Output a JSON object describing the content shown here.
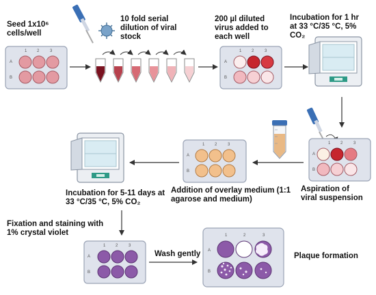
{
  "steps": {
    "seed": "Seed 1x10⁶\ncells/well",
    "dilution": "10 fold serial\ndilution of viral\nstock",
    "add_virus": "200 µl diluted\nvirus added to\neach well",
    "incubation_1hr": "Incubation for 1 hr\nat 33 °C/35 °C, 5%\nCO₂",
    "aspiration": "Aspiration of\nviral suspension",
    "overlay": "Addition of overlay medium (1:1\nagarose and medium)",
    "incubation_days": "Incubation for 5-11 days at\n33 °C/35 °C, 5% CO₂",
    "fixation": "Fixation and staining with\n1% crystal violet",
    "wash": "Wash gently",
    "plaque": "Plaque formation"
  },
  "plate_labels": {
    "cols": [
      "1",
      "2",
      "3"
    ],
    "rows": [
      "A",
      "B"
    ]
  },
  "colors": {
    "arrow": "#333333",
    "plate_bg": "#dfe3ec",
    "pink_well": "#e39aa2",
    "orange_well": "#f2c08c",
    "purple_well": "#8c5aa8",
    "dark_red": "#c6262e"
  },
  "icons": [
    "pipette-icon",
    "virus-icon",
    "tube-icon",
    "incubator-icon",
    "falcon-tube-icon"
  ]
}
